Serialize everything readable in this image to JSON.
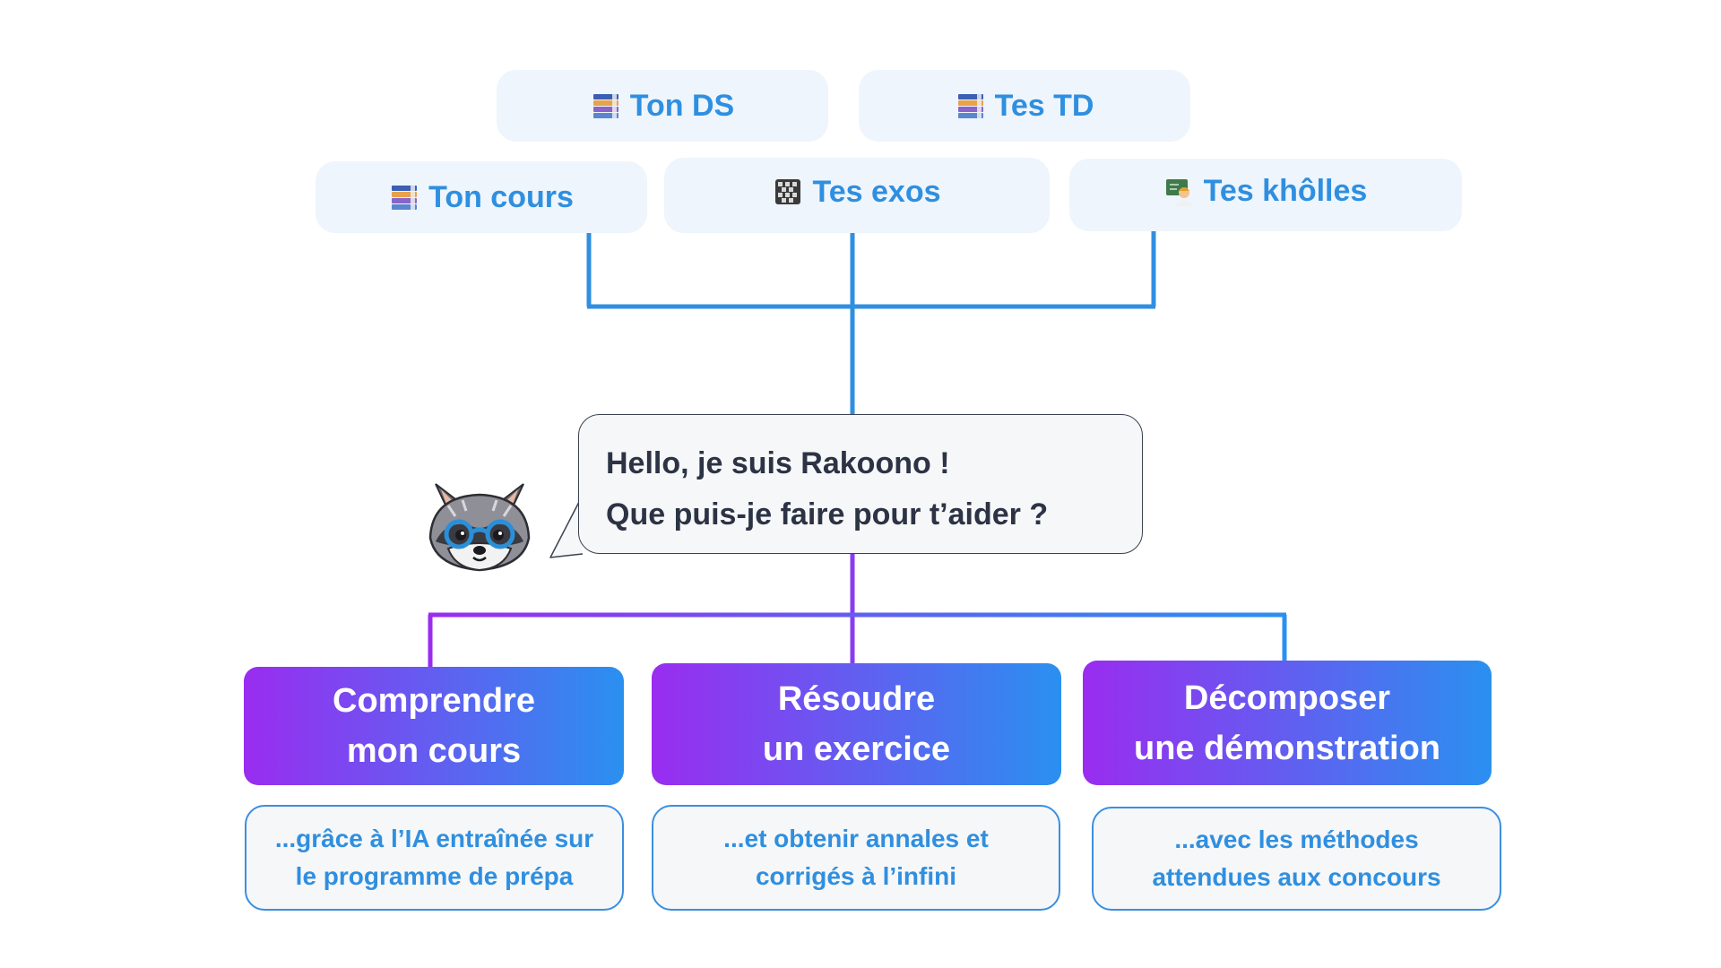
{
  "sources": {
    "ds": {
      "label": "Ton DS",
      "icon": "books-icon"
    },
    "td": {
      "label": "Tes TD",
      "icon": "books-icon"
    },
    "cours": {
      "label": "Ton cours",
      "icon": "books-icon"
    },
    "exos": {
      "label": "Tes exos",
      "icon": "abacus-icon"
    },
    "kholles": {
      "label": "Tes khôlles",
      "icon": "teacher-icon"
    }
  },
  "bubble": {
    "line1": "Hello, je suis Rakoono !",
    "line2": "Que puis-je faire pour t’aider ?"
  },
  "actions": [
    {
      "line1": "Comprendre",
      "line2": "mon cours"
    },
    {
      "line1": "Résoudre",
      "line2": "un exercice"
    },
    {
      "line1": "Décomposer",
      "line2": "une démonstration"
    }
  ],
  "descriptions": [
    {
      "line1": "...grâce à l’IA entraînée sur",
      "line2": "le programme de prépa"
    },
    {
      "line1": "...et obtenir annales et",
      "line2": "corrigés à l’infini"
    },
    {
      "line1": "...avec les méthodes",
      "line2": "attendues aux concours"
    }
  ],
  "colors": {
    "connector_top": "#2f8fe0",
    "gradient_start": "#9a2cf0",
    "gradient_end": "#2a90f0",
    "box_bg": "#eef5fc",
    "text_blue": "#2f8fe0",
    "bubble_text": "#2c3345"
  }
}
